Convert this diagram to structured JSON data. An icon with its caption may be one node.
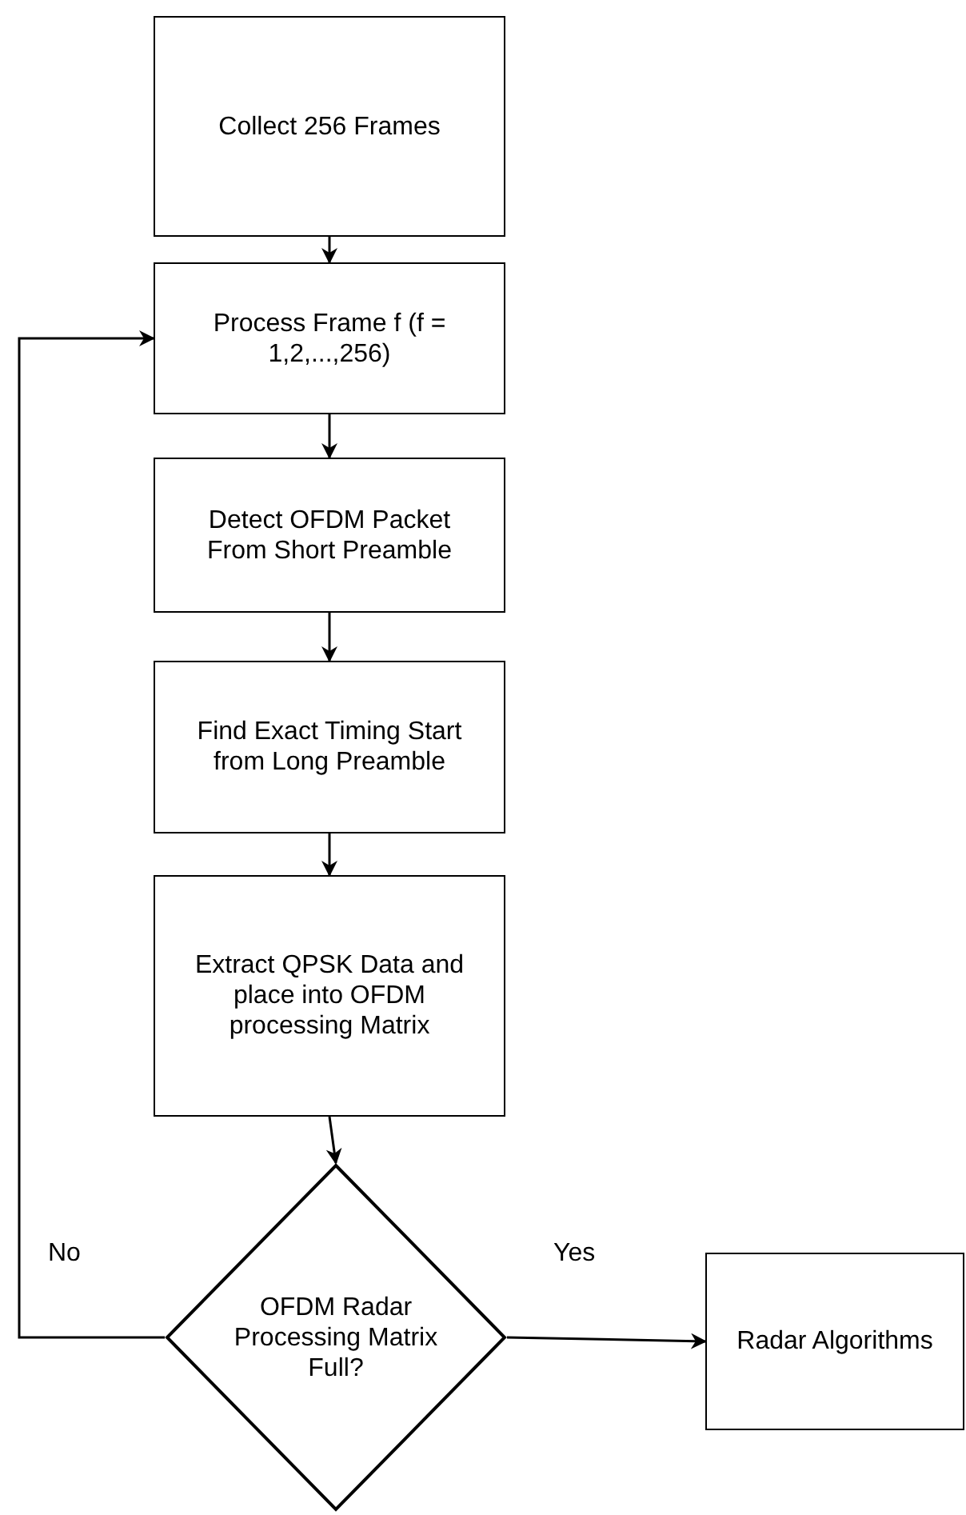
{
  "diagram": {
    "nodes": [
      {
        "text": [
          "Collect 256 Frames"
        ]
      },
      {
        "text": [
          "Process Frame f (f = 1,2,...,256)"
        ]
      },
      {
        "text": [
          "Detect OFDM Packet From Short Preamble"
        ]
      },
      {
        "text": [
          "Find Exact Timing Start from Long Preamble"
        ]
      },
      {
        "text": [
          "Extract QPSK Data and place into OFDM processing Matrix"
        ]
      },
      {
        "text": [
          "OFDM Radar Processing Matrix Full?"
        ]
      },
      {
        "text": [
          "Radar Algorithms"
        ]
      }
    ],
    "edges": [
      {
        "from": 0,
        "to": 1,
        "arrow": "to"
      },
      {
        "from": 1,
        "to": 2,
        "arrow": "to"
      },
      {
        "from": 2,
        "to": 3,
        "arrow": "to"
      },
      {
        "from": 3,
        "to": 4,
        "arrow": "to"
      },
      {
        "from": 4,
        "to": 5,
        "arrow": "to"
      },
      {
        "from": 5,
        "to": 1,
        "arrow": "to",
        "label": "No"
      },
      {
        "from": 5,
        "to": 6,
        "arrow": "to",
        "label": "Yes"
      }
    ]
  }
}
